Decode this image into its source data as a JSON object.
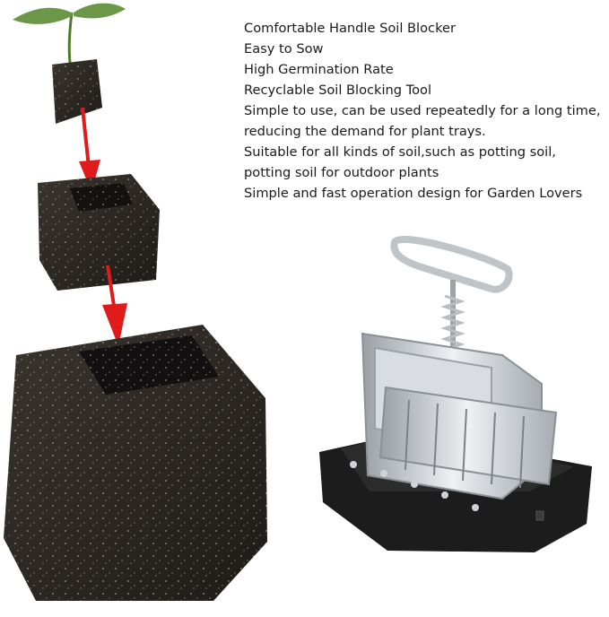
{
  "features": [
    "Comfortable Handle Soil Blocker",
    "Easy to Sow",
    "High Germination Rate",
    "Recyclable Soil Blocking Tool",
    "Simple to use, can be used repeatedly for a long time, reducing the demand for plant trays.",
    "Suitable for all kinds of soil,such as potting soil, potting soil for outdoor plants",
    "Simple and fast operation design for Garden Lovers"
  ],
  "images": {
    "soil_blocks": "soil-block-sizes-illustration",
    "tool": "soil-blocker-tool-photo"
  },
  "colors": {
    "soil": "#2a2622",
    "arrow": "#e01b1b",
    "seedling": "#5f8a3c",
    "metal": "#c8ccd1",
    "base": "#1c1c1c"
  }
}
